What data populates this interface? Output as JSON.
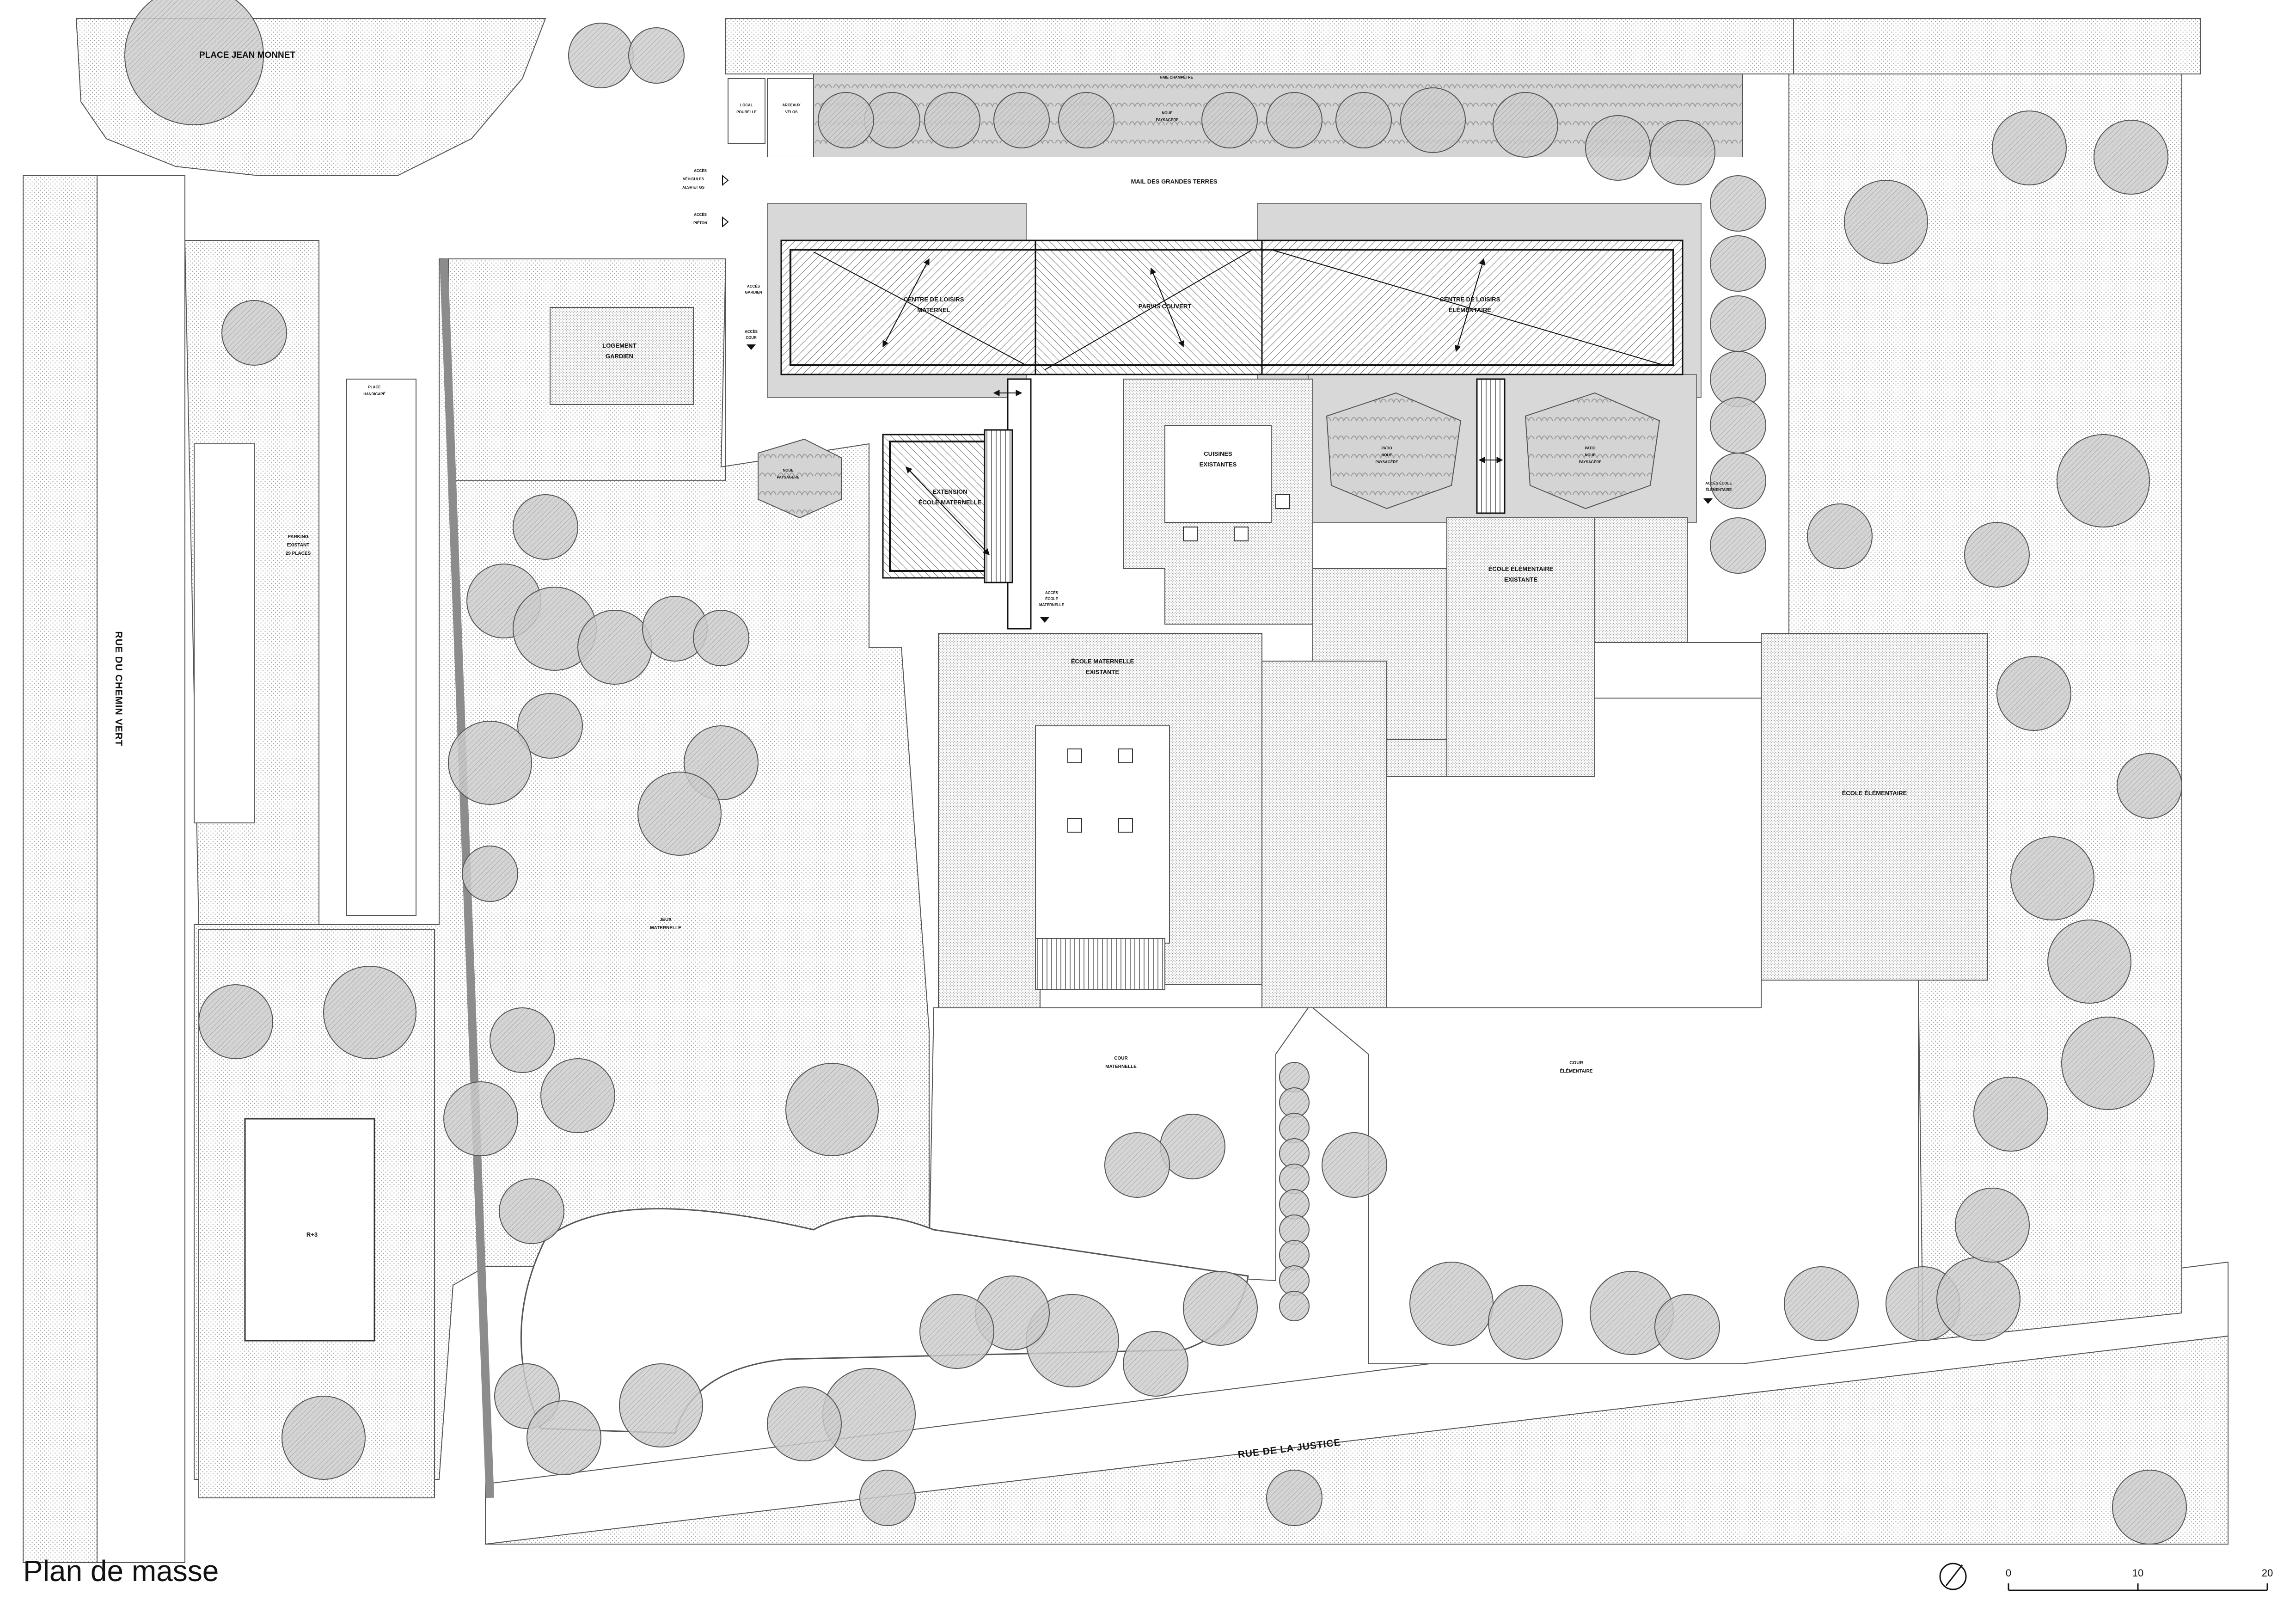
{
  "title": "Plan de masse",
  "scale": {
    "ticks": [
      "0",
      "10",
      "20"
    ]
  },
  "streets": {
    "chemin_vert": "RUE DU CHEMIN VERT",
    "justice": "RUE DE LA JUSTICE",
    "place_jean_monnet": "PLACE JEAN MONNET",
    "mail": "MAIL DES GRANDES TERRES"
  },
  "buildings": {
    "centre_maternel": [
      "CENTRE DE LOISIRS",
      "MATERNEL"
    ],
    "parvis": "PARVIS COUVERT",
    "centre_elementaire": [
      "CENTRE DE LOISIRS",
      "ÉLÉMENTAIRE"
    ],
    "extension": [
      "EXTENSION",
      "ÉCOLE MATERNELLE"
    ],
    "cuisines": [
      "CUISINES",
      "EXISTANTES"
    ],
    "ecole_maternelle_existante": [
      "ÉCOLE MATERNELLE",
      "EXISTANTE"
    ],
    "ecole_elementaire_existante": [
      "ÉCOLE ÉLÉMENTAIRE",
      "EXISTANTE"
    ],
    "ecole_elementaire": "ÉCOLE ÉLÉMENTAIRE",
    "logement_gardien": [
      "LOGEMENT",
      "GARDIEN"
    ],
    "r3": "R+3"
  },
  "zones": {
    "parking": [
      "PARKING",
      "EXISTANT",
      "29 PLACES"
    ],
    "place_handicape": [
      "PLACE",
      "HANDICAPÉ"
    ],
    "jeux": [
      "JEUX",
      "MATERNELLE"
    ],
    "cour_maternelle": [
      "COUR",
      "MATERNELLE"
    ],
    "cour_elementaire": [
      "COUR",
      "ÉLÉMENTAIRE"
    ],
    "noue_paysagere_top": [
      "NOUE",
      "PAYSAGÈRE"
    ],
    "noue_paysagere_left": [
      "NOUE",
      "PAYSAGÈRE"
    ],
    "patio1": [
      "PATIO",
      "NOUE",
      "PAYSAGÈRE"
    ],
    "patio2": [
      "PATIO",
      "NOUE",
      "PAYSAGÈRE"
    ],
    "haie": "HAIE CHAMPÊTRE",
    "local_poubelle": [
      "LOCAL",
      "POUBELLE"
    ],
    "arceaux_velos": [
      "ARCEAUX",
      "VÉLOS"
    ]
  },
  "accesses": {
    "vehicules": [
      "ACCÈS",
      "VÉHICULES",
      "ALSH ET GS"
    ],
    "pieton": [
      "ACCÈS",
      "PIÉTON"
    ],
    "gardien": [
      "ACCÈS",
      "GARDIEN"
    ],
    "cour": [
      "ACCÈS",
      "COUR"
    ],
    "ecole_maternelle": [
      "ACCÈS",
      "ÉCOLE",
      "MATERNELLE"
    ],
    "ecole_elementaire": [
      "ACCÈS ÉCOLE",
      "ÉLÉMENTAIRE"
    ]
  }
}
